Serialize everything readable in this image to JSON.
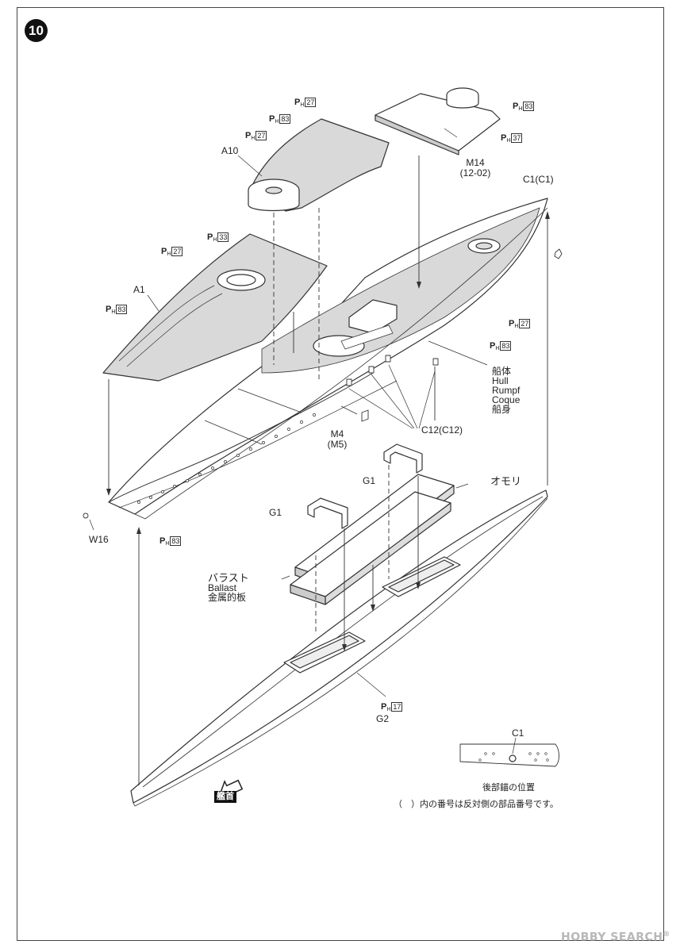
{
  "step_number": "10",
  "parts": {
    "a10": "A10",
    "a1": "A1",
    "m14_line1": "M14",
    "m14_line2": "(12-02)",
    "c1_top": "C1(C1)",
    "w16": "W16",
    "m4_line1": "M4",
    "m4_line2": "(M5)",
    "c12": "C12(C12)",
    "g1_right": "G1",
    "g1_left": "G1",
    "g2": "G2",
    "c1_inset": "C1"
  },
  "hull_labels": [
    "船体",
    "Hull",
    "Rumpf",
    "Coque",
    "船身"
  ],
  "ballast_labels": [
    "バラスト",
    "Ballast",
    "金属的板"
  ],
  "weight_label": "オモリ",
  "photo_etch": {
    "prefix": "P",
    "sub": "H",
    "tags": {
      "ph27_top": "27",
      "ph83_top": "83",
      "ph27_a10": "27",
      "ph83_m14": "83",
      "ph37_m14": "37",
      "ph33_a1": "33",
      "ph27_a1": "27",
      "ph83_a1": "83",
      "ph27_hull": "27",
      "ph83_hull": "83",
      "ph83_bottom": "83",
      "ph17_g2": "17"
    }
  },
  "bow_label": "艦首",
  "inset_caption": "後部錨の位置",
  "footnote": "（　）内の番号は反対側の部品番号です。",
  "watermark": {
    "text": "HOBBY SEARCH",
    "reg": "®"
  },
  "colors": {
    "line": "#333333",
    "deck": "#d9d9d9",
    "paper": "#ffffff"
  }
}
